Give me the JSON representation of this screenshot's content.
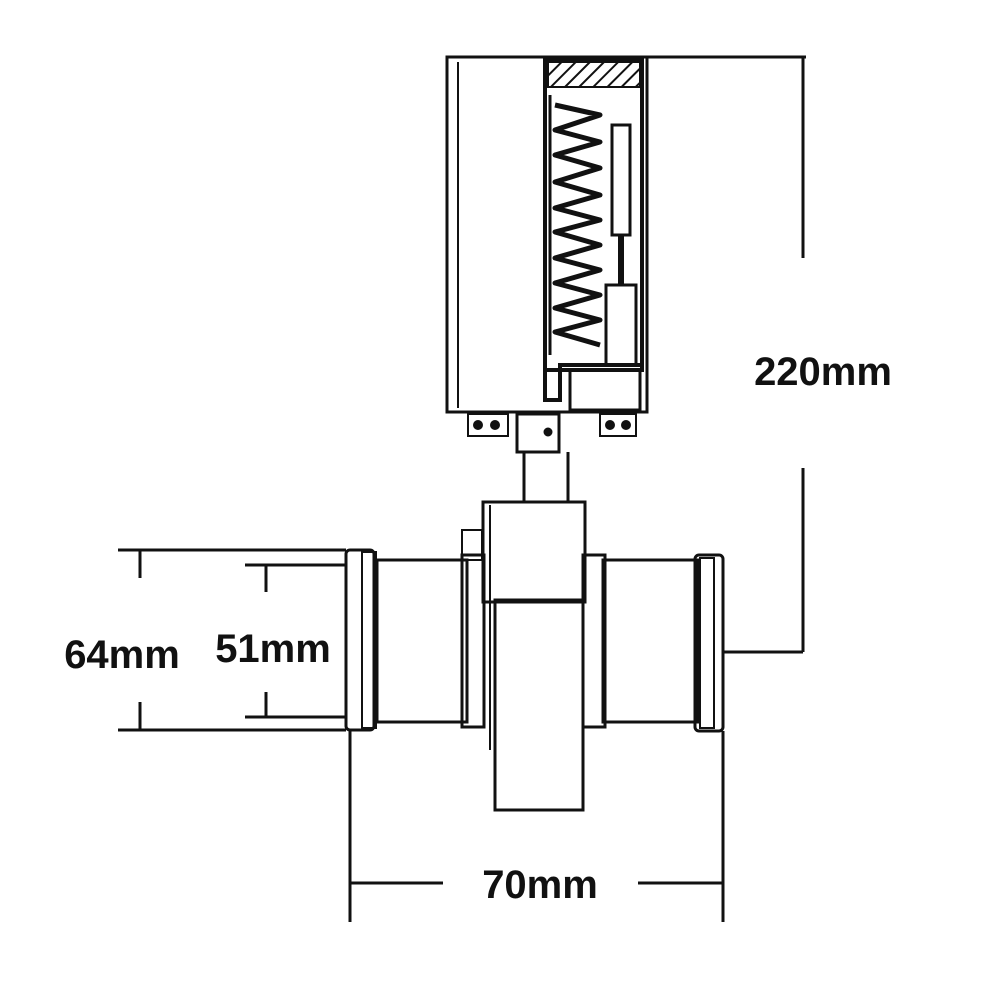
{
  "dimensions": {
    "height_label": "220mm",
    "outer_diameter_label": "64mm",
    "inner_diameter_label": "51mm",
    "width_label": "70mm"
  },
  "colors": {
    "line": "#111111",
    "background": "#ffffff"
  }
}
